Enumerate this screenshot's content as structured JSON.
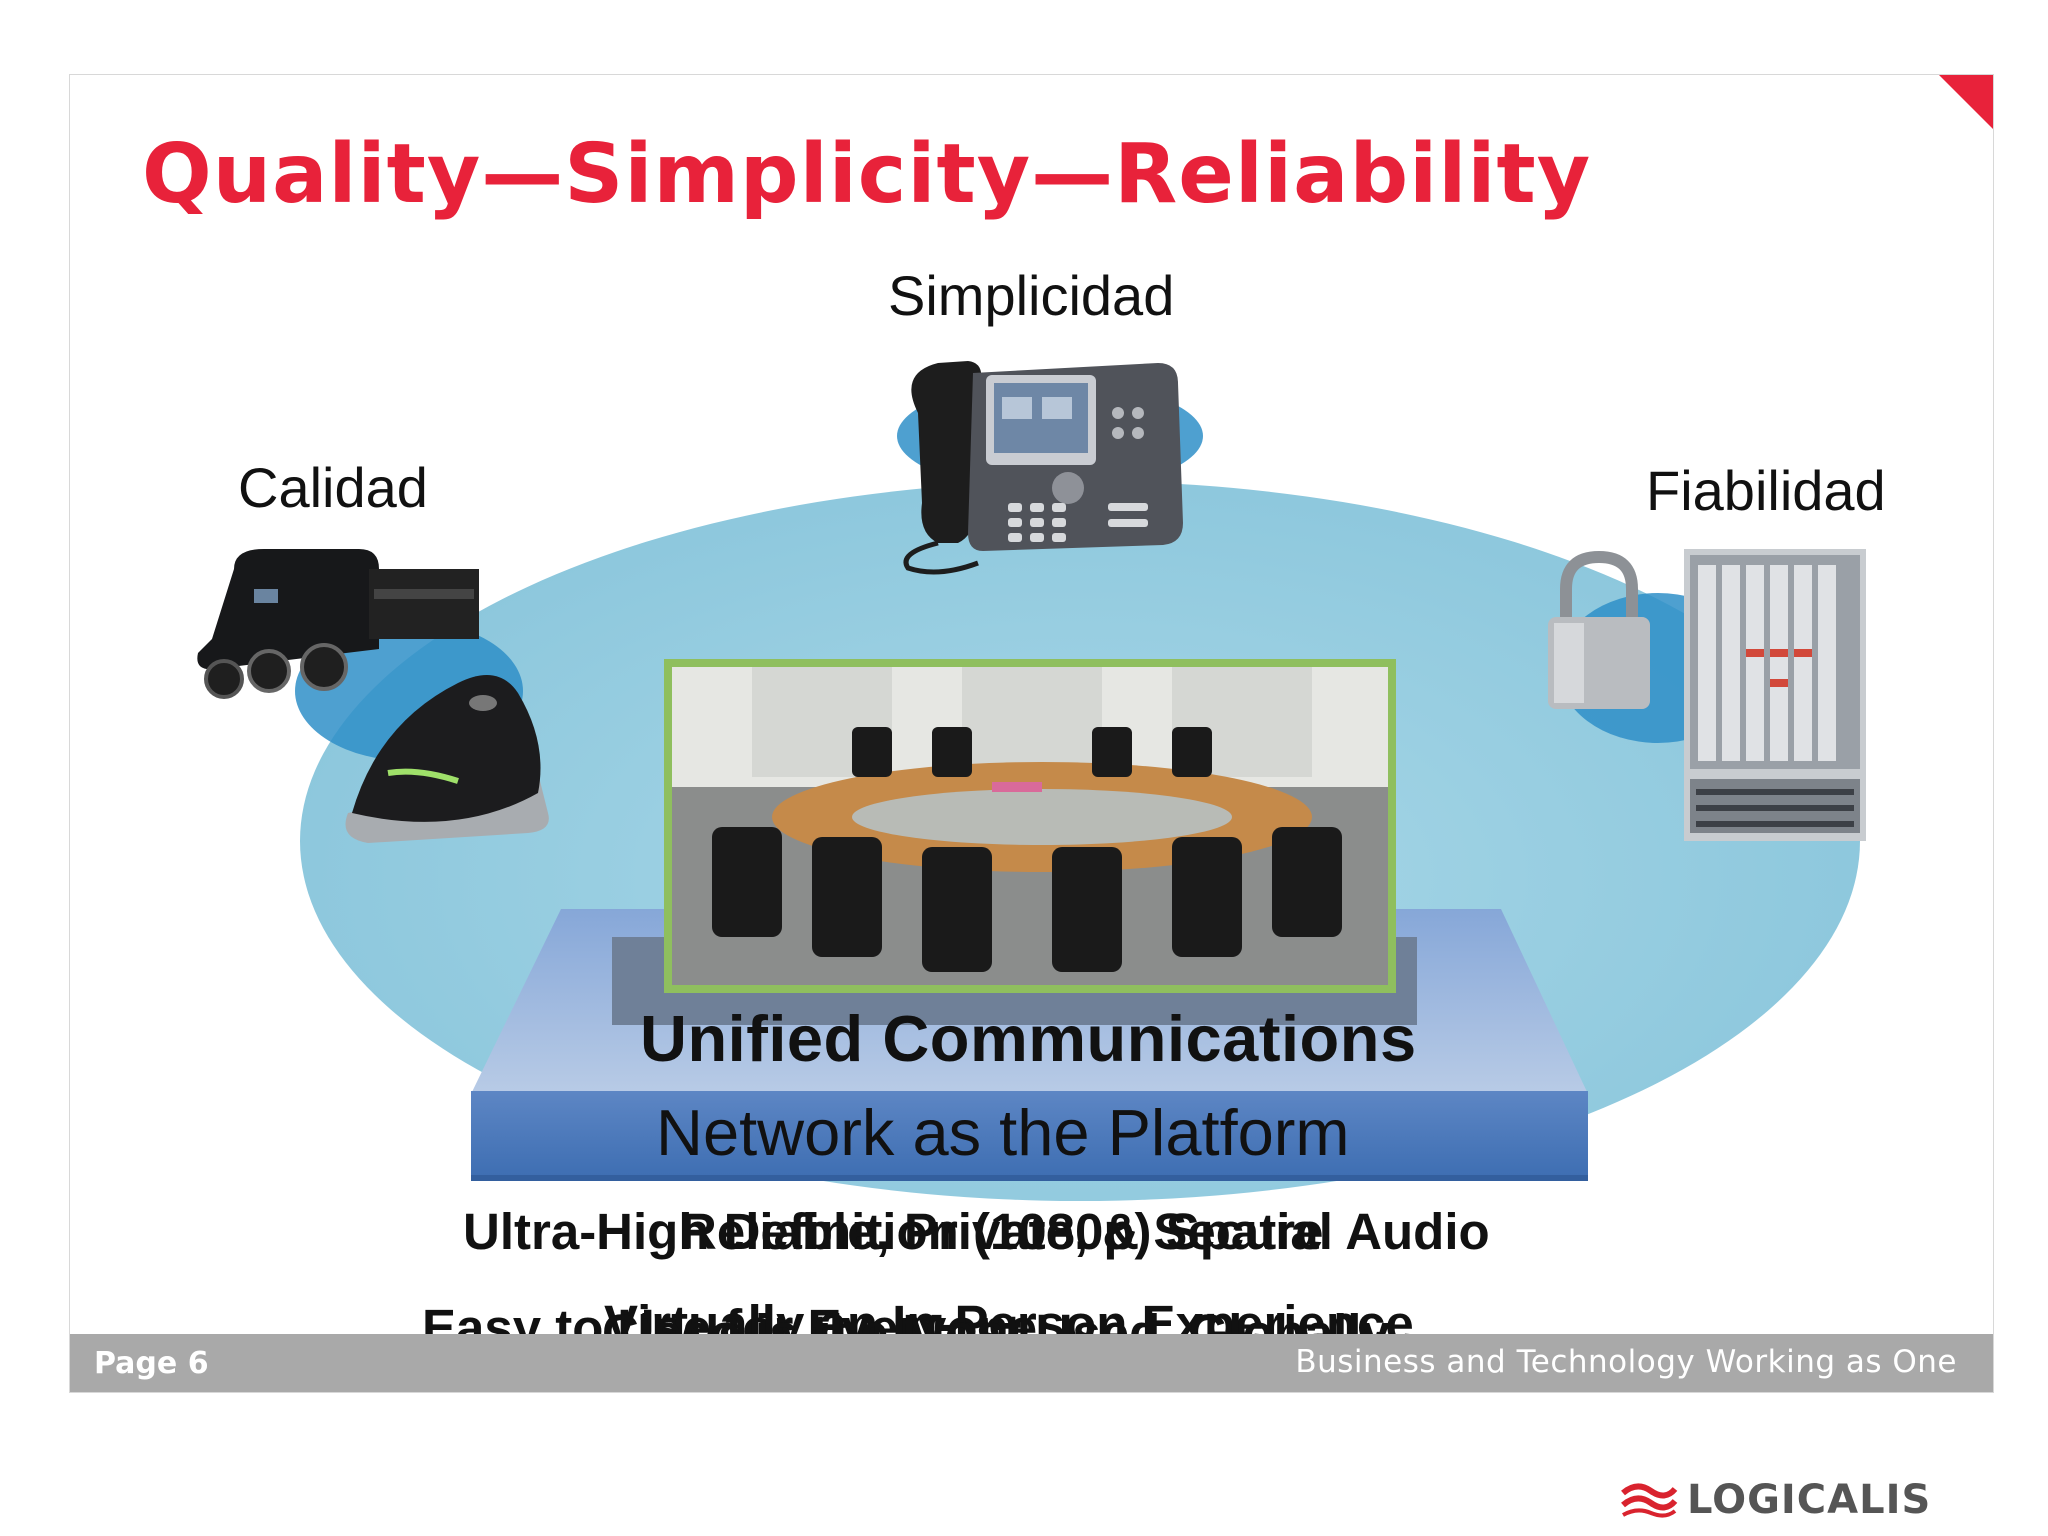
{
  "slide": {
    "title": "Quality—Simplicity—Reliability",
    "labels": {
      "simplicidad": "Simplicidad",
      "calidad": "Calidad",
      "fiabilidad": "Fiabilidad"
    },
    "platform": {
      "top": "Unified Communications",
      "bottom": "Network as the Platform"
    },
    "overlapping_lines": [
      "Ultra-High Definition (1080p) Spatial Audio",
      "Reliable, Private, & Secure",
      "Easy to Use for Everyone",
      "Virtually an In-Person Experience",
      "Cisco is the Most Used, Globally"
    ],
    "footer": {
      "page": "Page 6",
      "tagline": "Business and Technology Working as One"
    }
  },
  "logo": {
    "text": "LOGICALIS"
  },
  "colors": {
    "title": "#e8223a",
    "ellipse": "#9fd2e3",
    "platform": "#4f7fc0",
    "frame": "#8fbf5e",
    "footer": "#a9a9a9"
  },
  "icons": [
    "ip-phone-icon",
    "telepresence-camera-icon",
    "speakerphone-icon",
    "padlock-icon",
    "server-chassis-icon",
    "conference-room-image"
  ]
}
